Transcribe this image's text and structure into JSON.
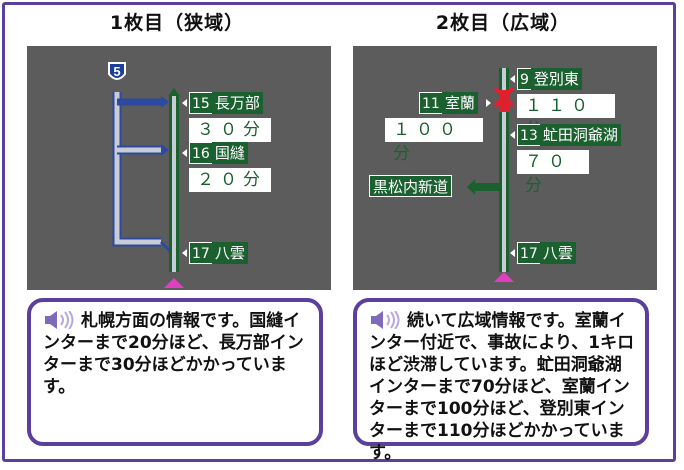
{
  "panel1": {
    "title": "1枚目（狭域）",
    "route_badge": "5",
    "labels": [
      {
        "num": "15",
        "name": "長万部",
        "time": "３０分"
      },
      {
        "num": "16",
        "name": "国縫",
        "time": "２０分"
      },
      {
        "num": "17",
        "name": "八雲",
        "time": ""
      }
    ],
    "message": "札幌方面の情報です。国縫インターまで20分ほど、長万部インターまで30分ほどかかっています。"
  },
  "panel2": {
    "title": "2枚目（広域）",
    "labels": [
      {
        "num": "9",
        "name": "登別東",
        "time": "１１０分"
      },
      {
        "num": "11",
        "name": "室蘭",
        "time": "１００分"
      },
      {
        "num": "13",
        "name": "虻田洞爺湖",
        "time": "７０分"
      },
      {
        "num": "17",
        "name": "八雲",
        "time": ""
      }
    ],
    "junction": "黒松内新道",
    "message": "続いて広域情報です。室蘭インター付近で、事故により、1キロほど渋滞しています。虻田洞爺湖インターまで70分ほど、室蘭インターまで100分ほど、登別東インターまで110分ほどかかっています。"
  },
  "colors": {
    "frame": "#5b3f9c",
    "map_bg": "#5c5c5c",
    "road": "#1b6130",
    "highway": "#c8ccd6",
    "accident": "#e0202e",
    "position": "#e040c0"
  }
}
